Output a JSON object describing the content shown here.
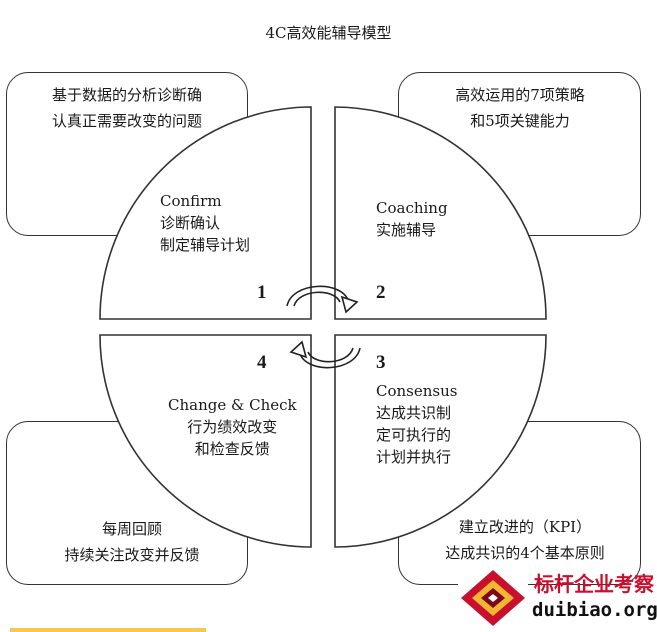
{
  "title": "4C高效能辅导模型",
  "boxes": {
    "top_left": [
      "基于数据的分析诊断确",
      "认真正需要改变的问题"
    ],
    "top_right": [
      "高效运用的7项策略",
      "和5项关键能力"
    ],
    "bottom_left": [
      "每周回顾",
      "持续关注改变并反馈"
    ],
    "bottom_right": [
      "建立改进的（KPI）",
      "达成共识的4个基本原则"
    ]
  },
  "quadrants": {
    "q1": {
      "number": "1",
      "lines": [
        "Confirm",
        "诊断确认",
        "制定辅导计划"
      ]
    },
    "q2": {
      "number": "2",
      "lines": [
        "Coaching",
        "实施辅导"
      ]
    },
    "q3": {
      "number": "3",
      "lines": [
        "Consensus",
        "达成共识制",
        "定可执行的",
        "计划并执行"
      ]
    },
    "q4": {
      "number": "4",
      "lines": [
        "Change & Check",
        "行为绩效改变",
        "和检查反馈"
      ]
    }
  },
  "watermark": {
    "cn": "标杆企业考察",
    "en": "duibiao.org",
    "accent": "#c8102e"
  }
}
